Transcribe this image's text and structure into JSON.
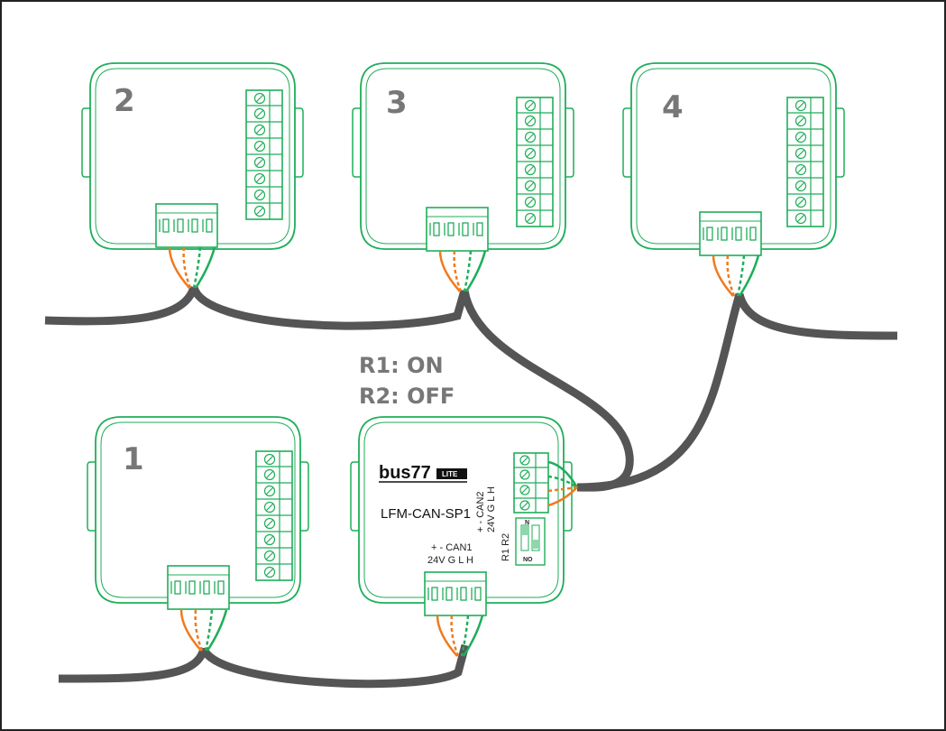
{
  "colors": {
    "device_outline": "#1fae5a",
    "cable": "#555555",
    "wire_orange": "#f07a1e",
    "wire_green": "#1fae5a",
    "text_gray": "#777777",
    "frame": "#222222"
  },
  "devices": [
    {
      "number": "1"
    },
    {
      "number": "2"
    },
    {
      "number": "3"
    },
    {
      "number": "4"
    }
  ],
  "config": {
    "r1": "R1: ON",
    "r2": "R2: OFF"
  },
  "splitter": {
    "brand": "bus77",
    "badge": "LITE",
    "model": "LFM-CAN-SP1",
    "can1": {
      "title": "+   -  CAN1",
      "pins": "24V  G   L   H"
    },
    "can2": {
      "title": "+   -  CAN2",
      "pins": "24V  G   L   H"
    },
    "switch": {
      "labels": "R1  R2",
      "on": "N",
      "no": "NO"
    }
  }
}
